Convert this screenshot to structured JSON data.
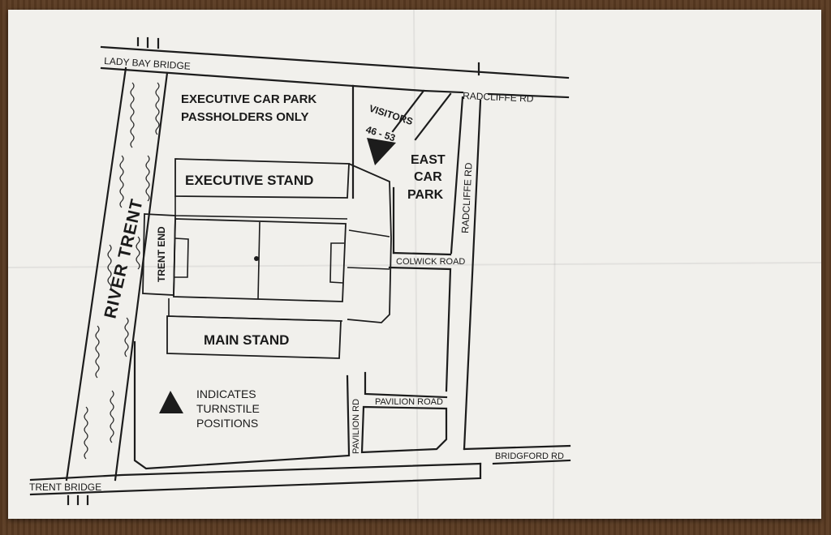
{
  "roads": {
    "lady_bay_bridge": "LADY BAY BRIDGE",
    "radcliffe_rd_top": "RADCLIFFE RD",
    "radcliffe_rd_vertical": "RADCLIFFE RD",
    "colwick_road": "COLWICK ROAD",
    "pavilion_road": "PAVILION ROAD",
    "pavilion_rd_vertical": "PAVILION RD",
    "bridgford_rd": "BRIDGFORD RD",
    "trent_bridge": "TRENT BRIDGE"
  },
  "river": "RIVER TRENT",
  "areas": {
    "executive_car_park_line1": "EXECUTIVE CAR PARK",
    "executive_car_park_line2": "PASSHOLDERS ONLY",
    "executive_stand": "EXECUTIVE STAND",
    "main_stand": "MAIN STAND",
    "trent_end": "TRENT END",
    "east_car_park_line1": "EAST",
    "east_car_park_line2": "CAR",
    "east_car_park_line3": "PARK"
  },
  "visitors": {
    "label": "VISITORS",
    "turnstiles": "46 - 53"
  },
  "legend": {
    "line1": "INDICATES",
    "line2": "TURNSTILE",
    "line3": "POSITIONS"
  }
}
